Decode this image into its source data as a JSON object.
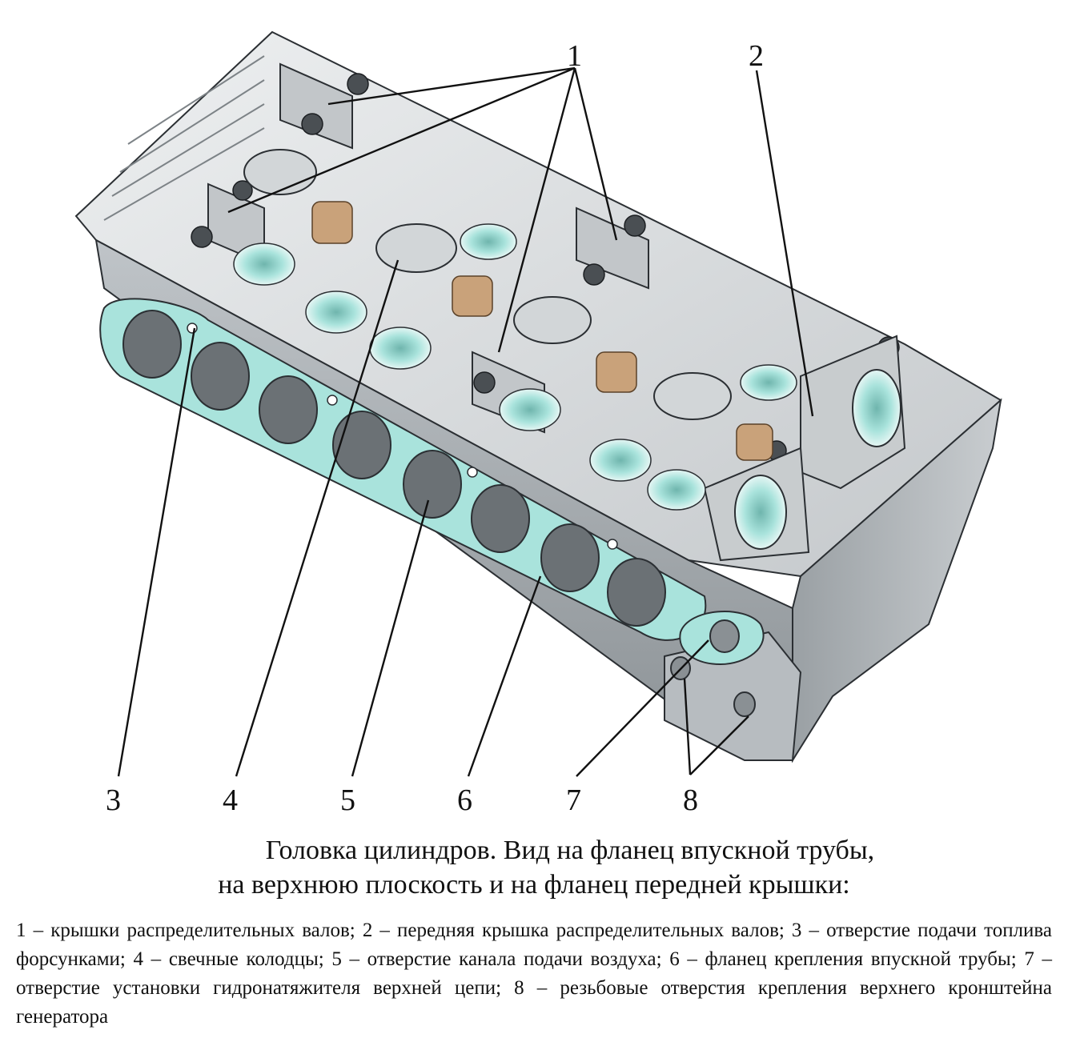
{
  "callouts": [
    "1",
    "2",
    "3",
    "4",
    "5",
    "6",
    "7",
    "8"
  ],
  "caption": {
    "line1": "Головка цилиндров. Вид на фланец впускной трубы,",
    "line2": "на верхнюю плоскость и на фланец передней крышки:"
  },
  "legend": "1 – крышки распределительных валов; 2 – передняя крышка распределительных валов; 3 – отверстие подачи топлива форсунками; 4 – свечные колодцы; 5 – отверстие канала подачи воздуха; 6 – фланец крепления впускной трубы; 7 – отверстие установки гидронатяжителя верхней цепи; 8 – резьбовые отверстия крепления верхнего кронштейна генератора",
  "colors": {
    "metal_light": "#d9dcde",
    "metal_mid": "#b3b8bc",
    "metal_dark": "#6e7479",
    "gasket": "#a9e3dc",
    "spring": "#c9a27a",
    "outline": "#2b2f33"
  }
}
